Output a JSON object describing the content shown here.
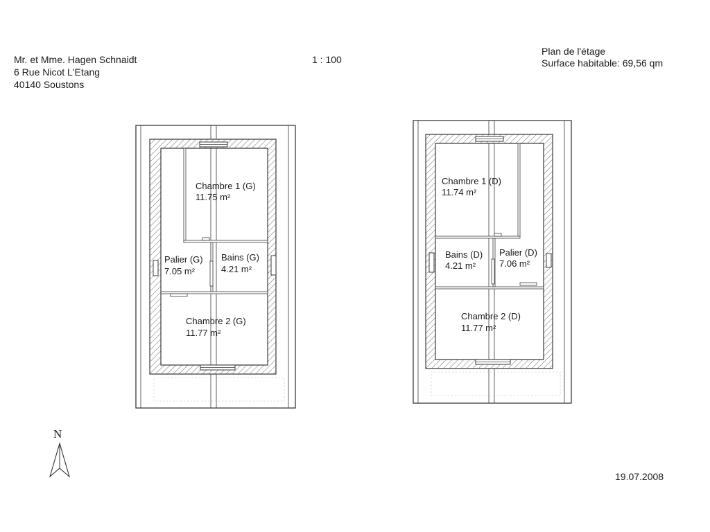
{
  "owner": {
    "name": "Mr. et Mme. Hagen Schnaidt",
    "street": "6 Rue Nicot L'Etang",
    "city": "40140 Soustons"
  },
  "scale": "1 : 100",
  "plan": {
    "title": "Plan de l'étage",
    "surface": "Surface habitable: 69,56 qm"
  },
  "date": "19.07.2008",
  "compass": {
    "label": "N"
  },
  "left_unit": {
    "rooms": [
      {
        "name": "Chambre 1 (G)",
        "area": "11.75 m²"
      },
      {
        "name": "Palier (G)",
        "area": "7.05 m²"
      },
      {
        "name": "Bains (G)",
        "area": "4.21 m²"
      },
      {
        "name": "Chambre 2 (G)",
        "area": "11.77 m²"
      }
    ]
  },
  "right_unit": {
    "rooms": [
      {
        "name": "Chambre 1 (D)",
        "area": "11.74 m²"
      },
      {
        "name": "Bains (D)",
        "area": "4.21 m²"
      },
      {
        "name": "Palier (D)",
        "area": "7.06 m²"
      },
      {
        "name": "Chambre 2 (D)",
        "area": "11.77 m²"
      }
    ]
  },
  "colors": {
    "line": "#3a3a3a",
    "hatch": "#6a6a6a",
    "paper": "#ffffff"
  }
}
